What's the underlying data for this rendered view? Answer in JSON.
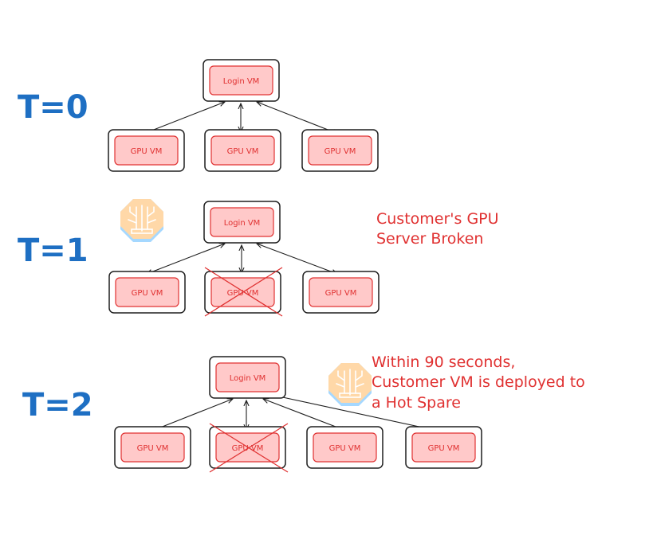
{
  "colors": {
    "stage_label": "#1e6fc3",
    "vm_fill": "#ffc9c9",
    "vm_text": "#e03131",
    "note_text": "#e03131",
    "cross": "#e03131",
    "stroke": "#1e1e1e"
  },
  "icons": [
    "gpu-chip-icon"
  ],
  "stages": [
    {
      "label": "T=0",
      "login": "Login VM",
      "gpus": [
        "GPU VM",
        "GPU VM",
        "GPU VM"
      ],
      "broken": [],
      "note": []
    },
    {
      "label": "T=1",
      "login": "Login VM",
      "gpus": [
        "GPU VM",
        "GPU VM",
        "GPU VM"
      ],
      "broken": [
        1
      ],
      "note": [
        "Customer's GPU",
        "Server Broken"
      ]
    },
    {
      "label": "T=2",
      "login": "Login VM",
      "gpus": [
        "GPU VM",
        "GPU VM",
        "GPU VM",
        "GPU VM"
      ],
      "broken": [
        1
      ],
      "note": [
        "Within 90 seconds,",
        "Customer VM is deployed to",
        "a Hot Spare"
      ]
    }
  ]
}
